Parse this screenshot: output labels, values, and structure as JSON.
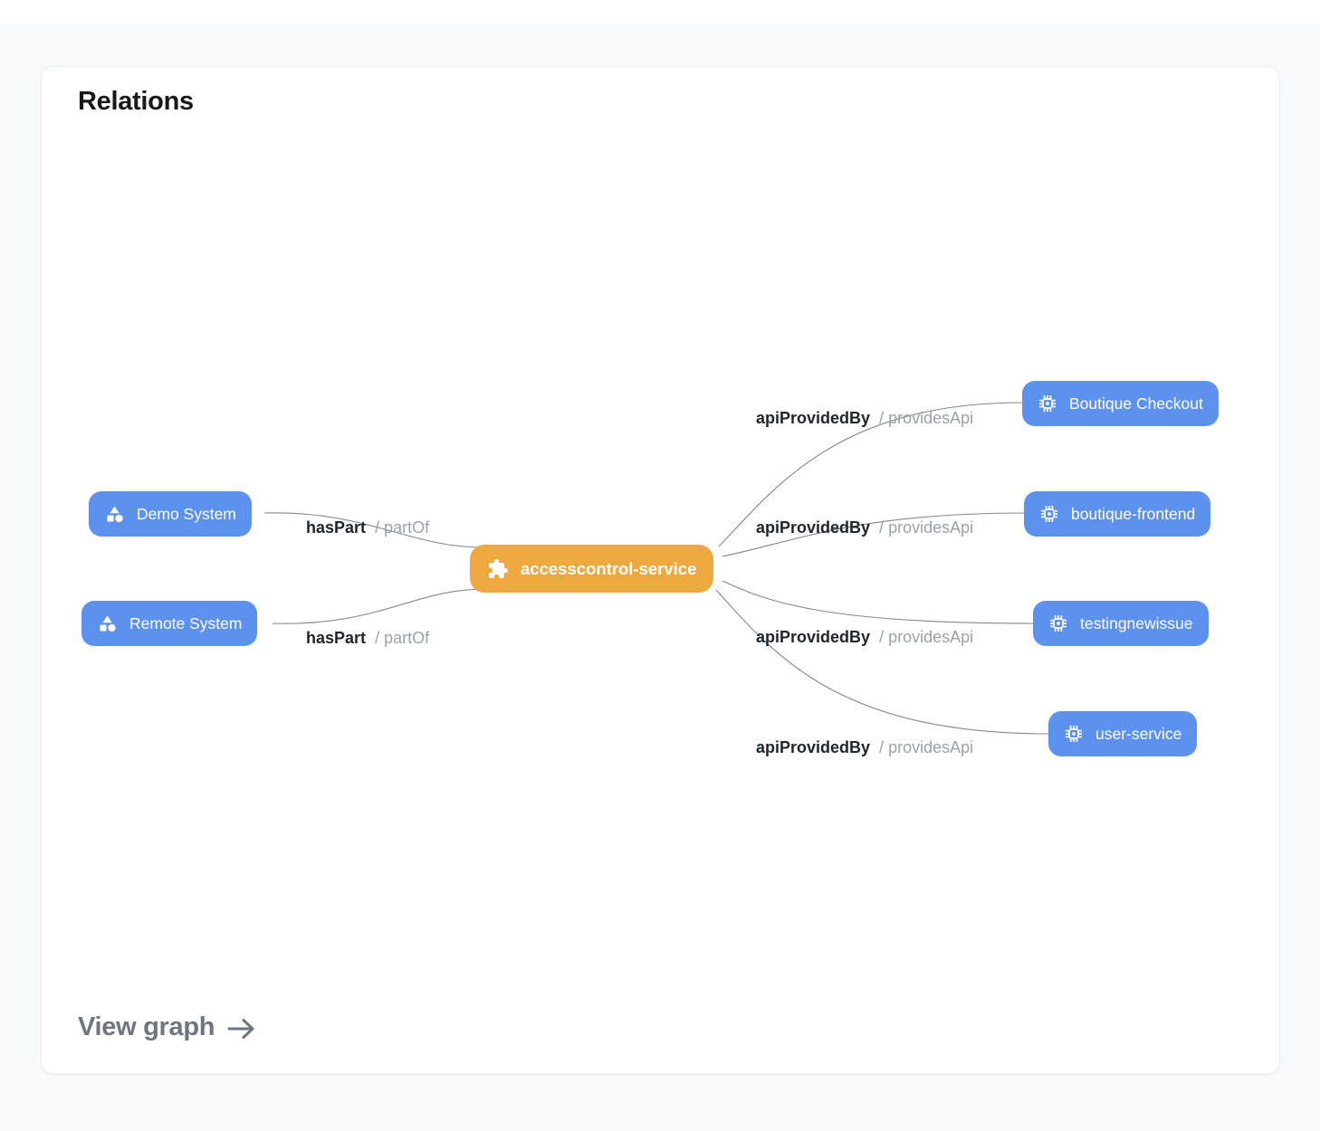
{
  "title": "Relations",
  "footer": {
    "link_label": "View graph",
    "arrow_icon": "arrow-right-icon"
  },
  "colors": {
    "page_bg": "#F8F9FC",
    "card_bg": "#FFFFFF",
    "center_node": "#EDA83F",
    "entity_node": "#5C92EE",
    "edge_line": "#83868C",
    "edge_label_primary": "#21252C",
    "edge_label_secondary": "#9CA1A9",
    "footer_link": "#6F7580"
  },
  "diagram": {
    "center_node": {
      "label": "accesscontrol-service",
      "icon": "puzzle-piece-icon"
    },
    "left_nodes": [
      {
        "label": "Demo System",
        "icon": "system-shapes-icon",
        "relation": "hasPart",
        "inverse_relation": "/ partOf"
      },
      {
        "label": "Remote System",
        "icon": "system-shapes-icon",
        "relation": "hasPart",
        "inverse_relation": "/ partOf"
      }
    ],
    "right_nodes": [
      {
        "label": "Boutique Checkout",
        "icon": "api-chip-icon",
        "relation": "apiProvidedBy",
        "inverse_relation": "/ providesApi"
      },
      {
        "label": "boutique-frontend",
        "icon": "api-chip-icon",
        "relation": "apiProvidedBy",
        "inverse_relation": "/ providesApi"
      },
      {
        "label": "testingnewissue",
        "icon": "api-chip-icon",
        "relation": "apiProvidedBy",
        "inverse_relation": "/ providesApi"
      },
      {
        "label": "user-service",
        "icon": "api-chip-icon",
        "relation": "apiProvidedBy",
        "inverse_relation": "/ providesApi"
      }
    ]
  }
}
